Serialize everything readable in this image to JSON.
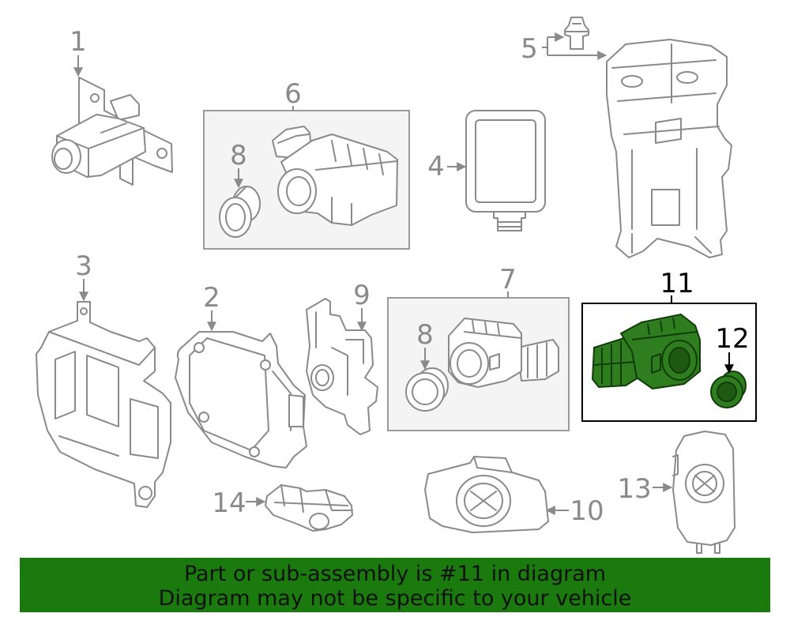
{
  "callouts": {
    "part_1": "1",
    "part_2": "2",
    "part_3": "3",
    "part_4": "4",
    "part_5": "5",
    "part_6": "6",
    "part_7": "7",
    "part_8_in_6": "8",
    "part_8_in_7": "8",
    "part_9": "9",
    "part_10": "10",
    "part_11": "11",
    "part_12": "12",
    "part_13": "13",
    "part_14": "14"
  },
  "banner": {
    "line1": "Part or sub-assembly is #11 in diagram",
    "line2": "Diagram may not be specific to your vehicle"
  },
  "colors": {
    "line_gray": "#8a8a8a",
    "highlight_green": "#2e7d1f",
    "banner_green": "#1b7a0e"
  }
}
